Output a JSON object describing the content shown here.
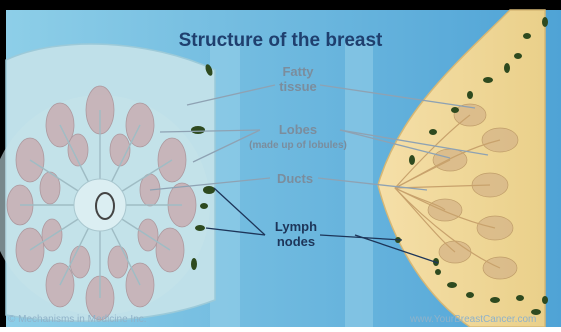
{
  "diagram": {
    "title": "Structure of the breast",
    "labels": {
      "fatty_line1": "Fatty",
      "fatty_line2": "tissue",
      "lobes": "Lobes",
      "lobes_sub": "(made up of lobules)",
      "ducts": "Ducts",
      "lymph_line1": "Lymph",
      "lymph_line2": "nodes"
    },
    "watermark_left": "© Mechanisms in Medicine Inc.",
    "watermark_right": "www.YourBreastCancer.com"
  },
  "colors": {
    "background": "#5aa8d6",
    "front_view_fill": "#bfe0e9",
    "side_view_fill": "#f0d79a",
    "label_gray": "#7b8d9d",
    "label_navy": "#1d3559",
    "lymph_node": "#2e4a1f"
  }
}
